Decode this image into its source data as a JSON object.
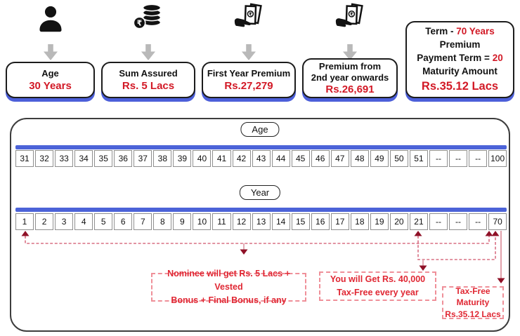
{
  "top_cards": [
    {
      "icon": "person-icon",
      "title": "Age",
      "value": "30 Years"
    },
    {
      "icon": "rupee-coins-icon",
      "title": "Sum Assured",
      "value": "Rs. 5 Lacs"
    },
    {
      "icon": "money-in-hand-icon",
      "title": "First Year Premium",
      "value": "Rs.27,279"
    },
    {
      "icon": "money-in-hand-icon",
      "title": "Premium from\n2nd year onwards",
      "value": "Rs.26,691"
    }
  ],
  "term_card": {
    "term_label": "Term - ",
    "term_value": "70 Years",
    "ppt_label_line1": "Premium",
    "ppt_label_line2": "Payment Term = ",
    "ppt_value": "20",
    "maturity_label": "Maturity Amount",
    "maturity_value": "Rs.35.12 Lacs"
  },
  "timeline": {
    "age_label": "Age",
    "age_cells": [
      "31",
      "32",
      "33",
      "34",
      "35",
      "36",
      "37",
      "38",
      "39",
      "40",
      "41",
      "42",
      "43",
      "44",
      "45",
      "46",
      "47",
      "48",
      "49",
      "50",
      "51",
      "--",
      "--",
      "--",
      "100"
    ],
    "year_label": "Year",
    "year_cells": [
      "1",
      "2",
      "3",
      "4",
      "5",
      "6",
      "7",
      "8",
      "9",
      "10",
      "11",
      "12",
      "13",
      "14",
      "15",
      "16",
      "17",
      "18",
      "19",
      "20",
      "21",
      "--",
      "--",
      "--",
      "70"
    ]
  },
  "notes": {
    "nominee": "Nominee will get Rs. 5 Lacs + Vested\nBonus + Final Bonus, if any",
    "annual_tax_free": "You will Get Rs. 40,000\nTax-Free every year",
    "maturity": "Tax-Free\nMaturity\nRs.35.12 Lacs"
  },
  "colors": {
    "accent_blue": "#4c63d8",
    "card_shadow_blue": "#4c5fd9",
    "card_value_red": "#d21926",
    "note_red": "#e02733",
    "note_border_pink": "#ef9099",
    "line_pink": "#d97083",
    "arrowhead_dark_red": "#8f1127",
    "icon_black": "#121212",
    "gray_arrow": "#b9b9b9",
    "cell_border_gray": "#8f8f8f"
  }
}
